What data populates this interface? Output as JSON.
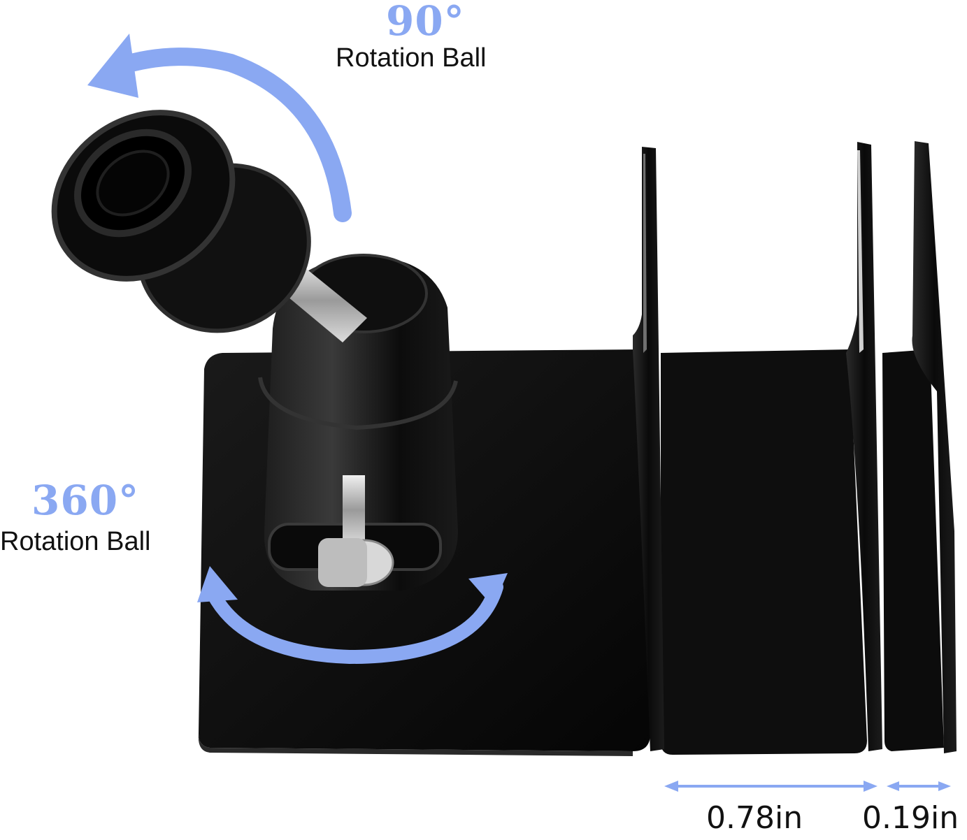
{
  "labels": {
    "top_degree": "90°",
    "top_text": "Rotation Ball",
    "left_degree": "360°",
    "left_text": "Rotation Ball"
  },
  "dimensions": {
    "slot_wide": "0.78in",
    "slot_narrow": "0.19in"
  },
  "colors": {
    "accent": "#8aa8f2",
    "metal": "#0b0b0b",
    "edge": "#2a2a2a",
    "silver": "#c8c8c8"
  }
}
